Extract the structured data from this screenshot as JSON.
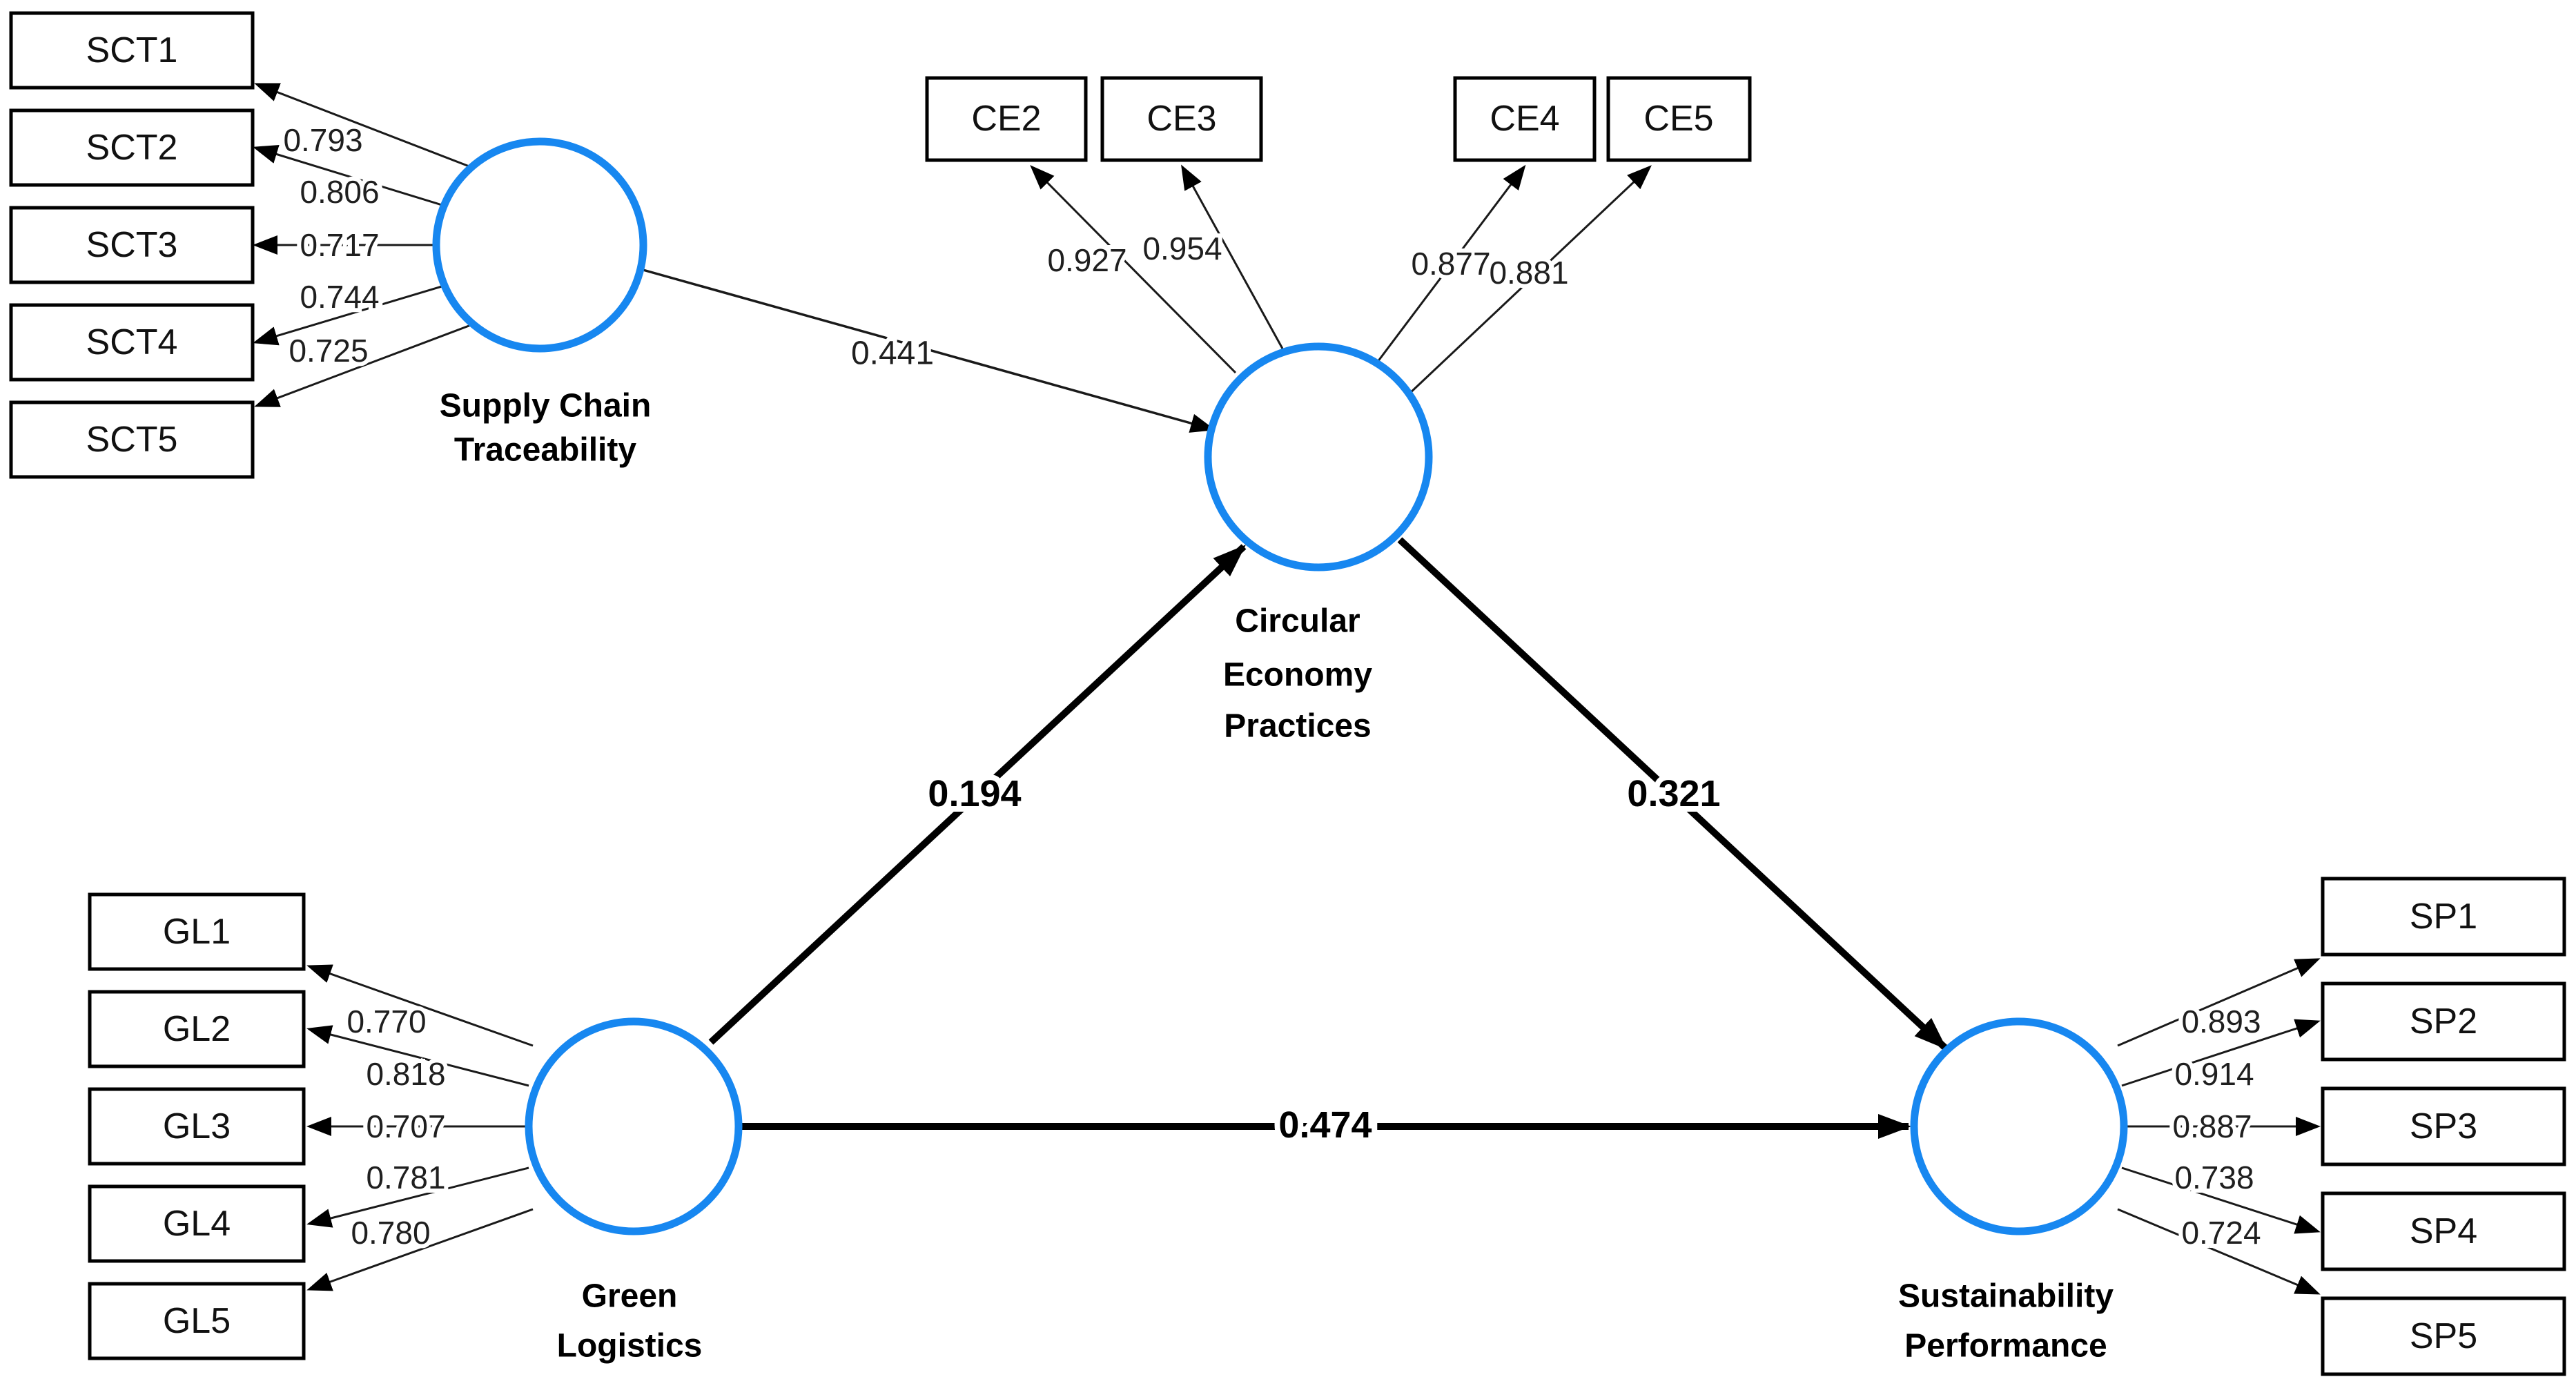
{
  "model": {
    "sct": {
      "line1": "Supply Chain",
      "line2": "Traceability",
      "ind": [
        {
          "label": "SCT1",
          "value": "0.793"
        },
        {
          "label": "SCT2",
          "value": "0.806"
        },
        {
          "label": "SCT3",
          "value": "0.717"
        },
        {
          "label": "SCT4",
          "value": "0.744"
        },
        {
          "label": "SCT5",
          "value": "0.725"
        }
      ]
    },
    "ce": {
      "line1": "Circular",
      "line2": "Economy",
      "line3": "Practices",
      "ind": [
        {
          "label": "CE2",
          "value": "0.927"
        },
        {
          "label": "CE3",
          "value": "0.954"
        },
        {
          "label": "CE4",
          "value": "0.877"
        },
        {
          "label": "CE5",
          "value": "0.881"
        }
      ]
    },
    "gl": {
      "line1": "Green",
      "line2": "Logistics",
      "ind": [
        {
          "label": "GL1",
          "value": "0.770"
        },
        {
          "label": "GL2",
          "value": "0.818"
        },
        {
          "label": "GL3",
          "value": "0.707"
        },
        {
          "label": "GL4",
          "value": "0.781"
        },
        {
          "label": "GL5",
          "value": "0.780"
        }
      ]
    },
    "sp": {
      "line1": "Sustainability",
      "line2": "Performance",
      "ind": [
        {
          "label": "SP1",
          "value": "0.893"
        },
        {
          "label": "SP2",
          "value": "0.914"
        },
        {
          "label": "SP3",
          "value": "0.887"
        },
        {
          "label": "SP4",
          "value": "0.738"
        },
        {
          "label": "SP5",
          "value": "0.724"
        }
      ]
    }
  },
  "paths": {
    "sct_to_ce": "0.441",
    "gl_to_ce": "0.194",
    "ce_to_sp": "0.321",
    "gl_to_sp": "0.474"
  },
  "colors": {
    "construct_stroke": "#1787f0",
    "box_border": "#000000",
    "arrow": "#000000",
    "text": "#000000",
    "background": "#ffffff"
  }
}
